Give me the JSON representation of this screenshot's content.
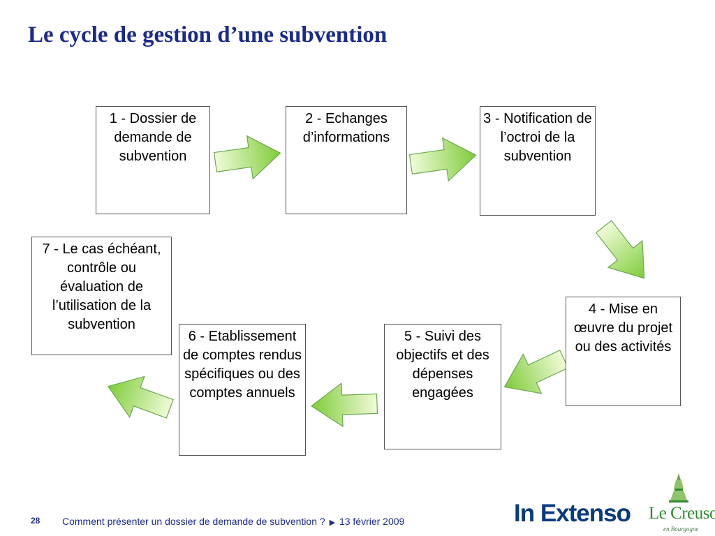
{
  "title": "Le cycle de gestion d’une subvention",
  "steps": [
    {
      "label": "1 - Dossier de demande de subvention"
    },
    {
      "label": "2 - Echanges d’informations"
    },
    {
      "label": "3 - Notification de l’octroi de la subvention"
    },
    {
      "label": "4 - Mise en œuvre du projet ou des activités"
    },
    {
      "label": "5 - Suivi des objectifs et des dépenses engagées"
    },
    {
      "label": "6 - Etablissement de comptes rendus spécifiques ou des comptes annuels"
    },
    {
      "label": "7 - Le cas échéant, contrôle ou évaluation de l’utilisation de la subvention"
    }
  ],
  "footer": {
    "page_number": "28",
    "caption": "Comment présenter un dossier de demande de subvention ?",
    "date": "13 février 2009"
  },
  "logos": {
    "in_extenso": "In Extenso",
    "le_creusot": "Le Creusot",
    "le_creusot_sub": "en Bourgogne"
  },
  "colors": {
    "title": "#1a2a8c",
    "arrow_fill_light": "#f0fbd8",
    "arrow_fill_dark": "#7fcc3a",
    "arrow_stroke": "#6aa84f",
    "box_border": "#555555"
  }
}
